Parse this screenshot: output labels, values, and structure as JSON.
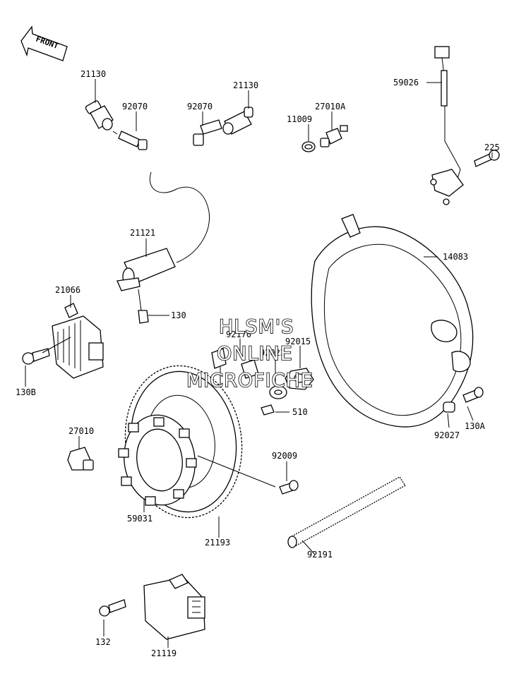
{
  "orientation": {
    "label": "FRONT"
  },
  "watermark": {
    "line1": "HLSM'S",
    "line2": "ONLINE",
    "line3": "MICROFICHE"
  },
  "parts": {
    "p21130a": "21130",
    "p92070a": "92070",
    "p92070b": "92070",
    "p21130b": "21130",
    "p11009": "11009",
    "p27010A": "27010A",
    "p59026": "59026",
    "p225": "225",
    "p21121": "21121",
    "p130": "130",
    "p14083": "14083",
    "p21066": "21066",
    "p130B": "130B",
    "p92170": "92170",
    "p92022": "92022",
    "p92015": "92015",
    "p510": "510",
    "p130A": "130A",
    "p92027": "92027",
    "p27010": "27010",
    "p92009": "92009",
    "p59031": "59031",
    "p21193": "21193",
    "p92191": "92191",
    "p132": "132",
    "p21119": "21119"
  }
}
